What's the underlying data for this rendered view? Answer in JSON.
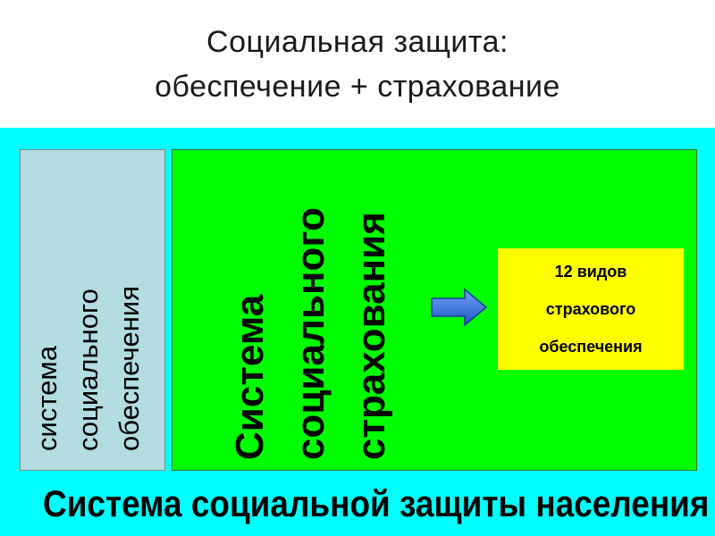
{
  "title": {
    "line1": "Социальная защита:",
    "line2": "обеспечение + страхование"
  },
  "left_panel": {
    "lines": [
      "система",
      "социального",
      "обеспечения"
    ]
  },
  "green_panel": {
    "lines": [
      "Система",
      "социального",
      "страхования"
    ]
  },
  "yellow_box": {
    "lines": [
      "12 видов",
      "страхового",
      "обеспечения"
    ]
  },
  "bottom": {
    "label": "Система социальной защиты  населения"
  },
  "colors": {
    "band": "#00ffff",
    "left_panel": "#b3dde0",
    "green_panel": "#00ff00",
    "yellow_box": "#ffff00",
    "arrow": "#2f6fd6"
  },
  "icons": {
    "arrow": "right-arrow-icon"
  }
}
